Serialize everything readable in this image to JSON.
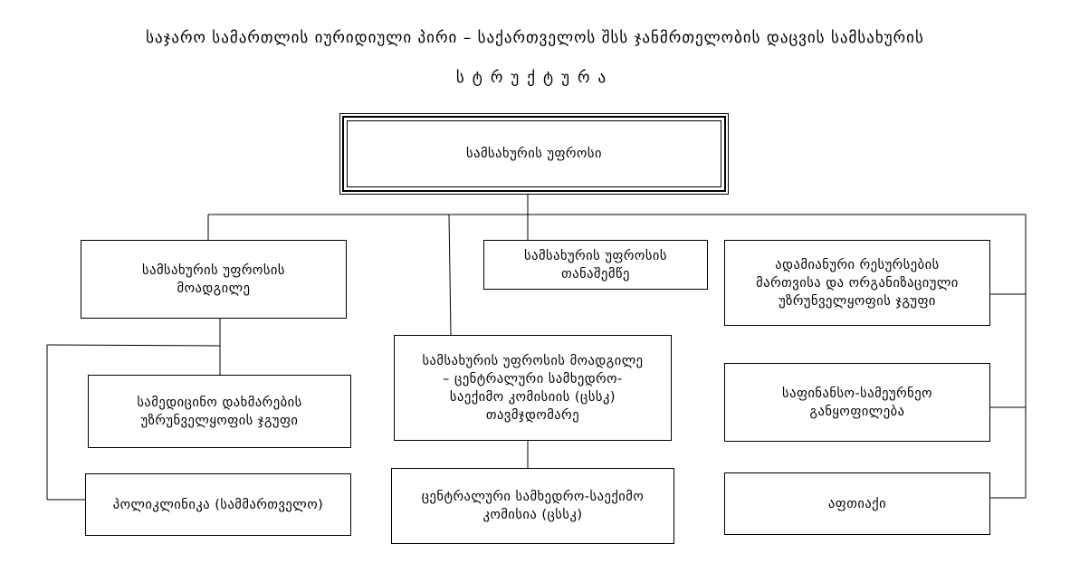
{
  "title": {
    "line1": "საჯარო სამართლის იურიდიული პირი – საქართველოს შსს ჯანმრთელობის დაცვის სამსახურის",
    "line2": "სტრუქტურა"
  },
  "nodes": {
    "head": "სამსახურის უფროსი",
    "deputy": "სამსახურის უფროსის\nმოადგილე",
    "assistant": "სამსახურის უფროსის\nთანაშემწე",
    "hr_group": "ადამიანური რესურსების\nმართვისა  და ორგანიზაციული\nუზრუნველყოფის ჯგუფი",
    "deputy_cmc": "სამსახურის უფროსის მოადგილე\n– ცენტრალური სამხედრო-\nსაექიმო კომისიის (ცსსკ)\nთავმჯდომარე",
    "medical_group": "სამედიცინო დახმარების\nუზრუნველყოფის ჯგუფი",
    "finance": "საფინანსო-სამეურნეო\nგანყოფილება",
    "polyclinic": "პოლიკლინიკა (სამმართველო)",
    "cmc": "ცენტრალური სამხედრო-საექიმო\nკომისია (ცსსკ)",
    "pharmacy": "აფთიაქი"
  }
}
